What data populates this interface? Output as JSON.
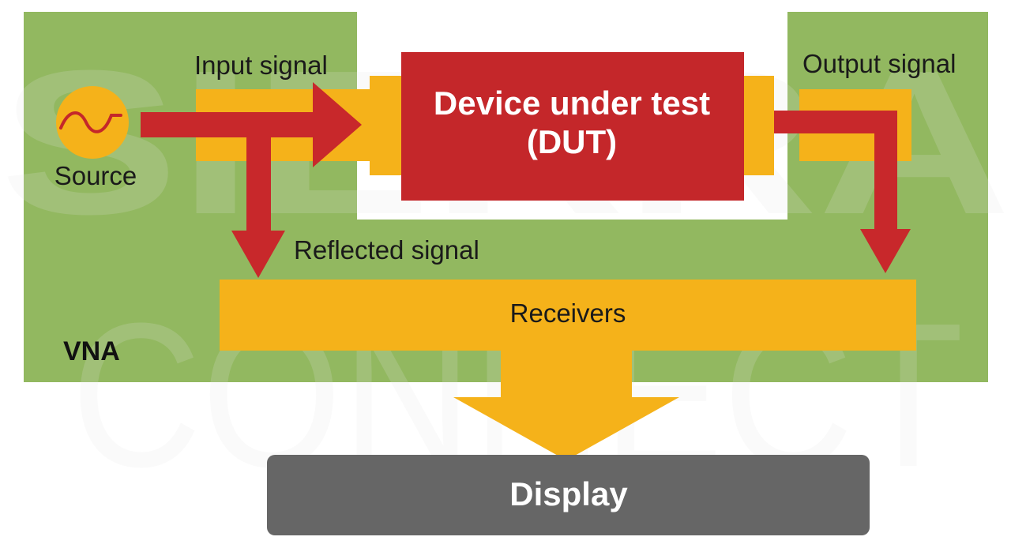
{
  "diagram": {
    "vna_label": "VNA",
    "source_label": "Source",
    "input_signal_label": "Input signal",
    "output_signal_label": "Output signal",
    "reflected_signal_label": "Reflected signal",
    "dut_label_line1": "Device under test",
    "dut_label_line2": "(DUT)",
    "receivers_label": "Receivers",
    "display_label": "Display"
  },
  "watermark": {
    "line1": "SIERRA",
    "line2": "CONNECT"
  },
  "colors": {
    "vna_green": "#92b860",
    "signal_yellow": "#f5b21a",
    "dut_red": "#c4272a",
    "arrow_red": "#c8282b",
    "display_gray": "#666666",
    "source_circle": "#f5b21a",
    "watermark_gray": "#f0f0f0"
  }
}
